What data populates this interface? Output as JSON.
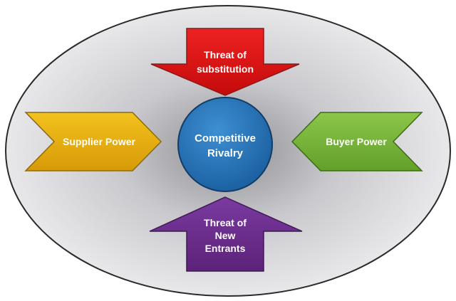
{
  "diagram": {
    "center": {
      "line1": "Competitive",
      "line2": "Rivalry",
      "color": "#1f6fb0"
    },
    "top": {
      "line1": "Threat of",
      "line2": "substitution",
      "color": "#dd1111"
    },
    "bottom": {
      "line1": "Threat of",
      "line2": "New",
      "line3": "Entrants",
      "color": "#6a2d8c"
    },
    "left": {
      "label": "Supplier Power",
      "color": "#e8ae10"
    },
    "right": {
      "label": "Buyer Power",
      "color": "#7ab53a"
    },
    "ellipse_color": "#d8d8dc"
  }
}
